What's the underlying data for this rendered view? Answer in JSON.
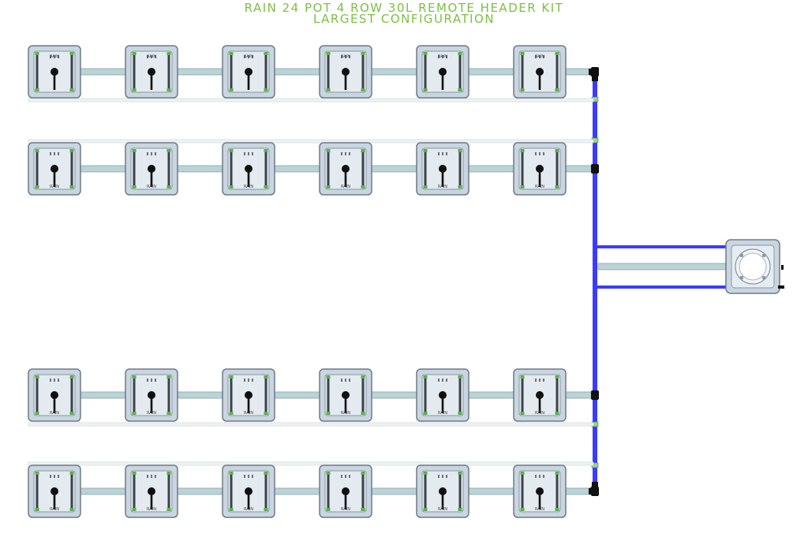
{
  "title": {
    "line1": "RAIN 24 POT 4 ROW 30L REMOTE HEADER KIT",
    "line2": "LARGEST CONFIGURATION"
  },
  "pot": {
    "brand_label": "RAIN",
    "count": 24,
    "rows": 4,
    "per_row": 6
  },
  "colors": {
    "title": "#7ac143",
    "supply_line": "#3b3bff",
    "pipe": "#b9d3d6",
    "pot_body": "#c9d6e2",
    "pot_border": "#6f7a84",
    "fitting": "#111111"
  }
}
